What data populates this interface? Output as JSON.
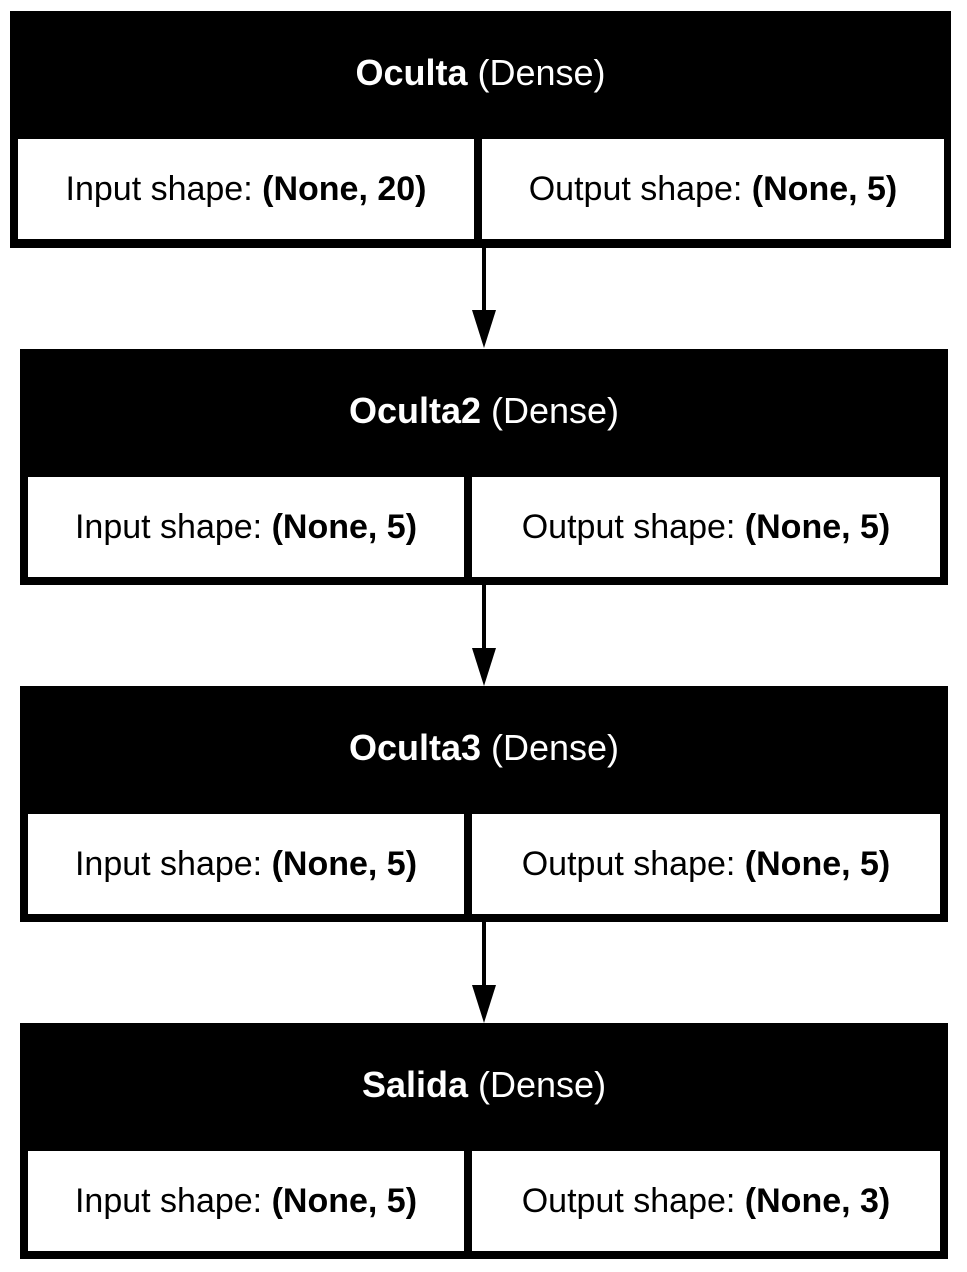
{
  "layers": [
    {
      "name": "Oculta",
      "type": "(Dense)",
      "input_label": "Input shape:",
      "input_value": "(None, 20)",
      "output_label": "Output shape:",
      "output_value": "(None, 5)"
    },
    {
      "name": "Oculta2",
      "type": "(Dense)",
      "input_label": "Input shape:",
      "input_value": "(None, 5)",
      "output_label": "Output shape:",
      "output_value": "(None, 5)"
    },
    {
      "name": "Oculta3",
      "type": "(Dense)",
      "input_label": "Input shape:",
      "input_value": "(None, 5)",
      "output_label": "Output shape:",
      "output_value": "(None, 5)"
    },
    {
      "name": "Salida",
      "type": "(Dense)",
      "input_label": "Input shape:",
      "input_value": "(None, 5)",
      "output_label": "Output shape:",
      "output_value": "(None, 3)"
    }
  ]
}
